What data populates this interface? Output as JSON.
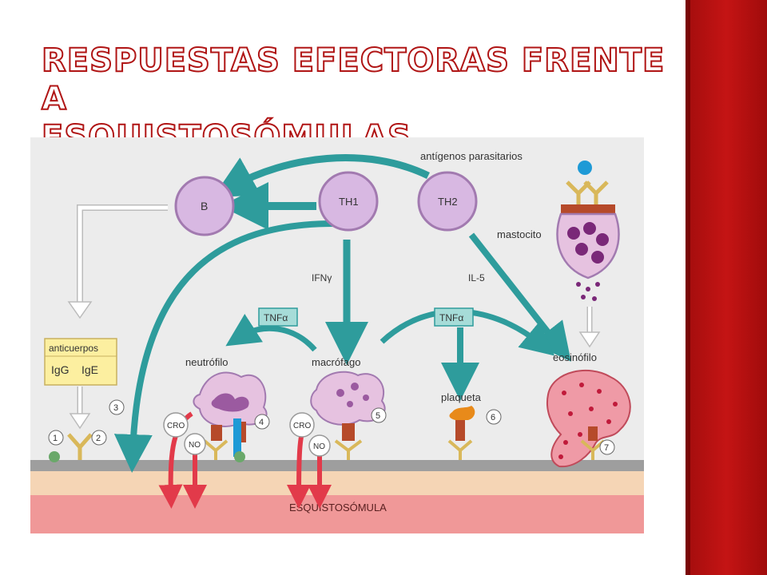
{
  "slide": {
    "title_line1": "RESPUESTAS EFECTORAS FRENTE A",
    "title_line2": "ESQUISTOSÓMULAS",
    "accent_color": "#c41414"
  },
  "diagram": {
    "cells": {
      "b": "B",
      "th1": "TH1",
      "th2": "TH2",
      "mastocito": "mastocito",
      "neutrofilo": "neutrófilo",
      "macrofago": "macrófago",
      "plaqueta": "plaqueta",
      "eosinofilo": "eosinófilo"
    },
    "labels": {
      "antigenos": "antígenos parasitarios",
      "ifn": "IFNγ",
      "il5": "IL-5",
      "tnf_left": "TNFα",
      "tnf_right": "TNFα",
      "anticuerpos": "anticuerpos",
      "igg": "IgG",
      "ige": "IgE",
      "cro1": "CRO",
      "no1": "NO",
      "cro2": "CRO",
      "no2": "NO",
      "surface": "ESQUISTOSÓMULA"
    },
    "steps": [
      "1",
      "2",
      "3",
      "4",
      "5",
      "6",
      "7"
    ],
    "colors": {
      "arrow": "#2e9c9c",
      "cell": "#d8b8e2",
      "red_arrow": "#e23a4a",
      "surface": "#f09898",
      "band": "#f5d5b5",
      "label_box": "#fcefa0"
    }
  }
}
